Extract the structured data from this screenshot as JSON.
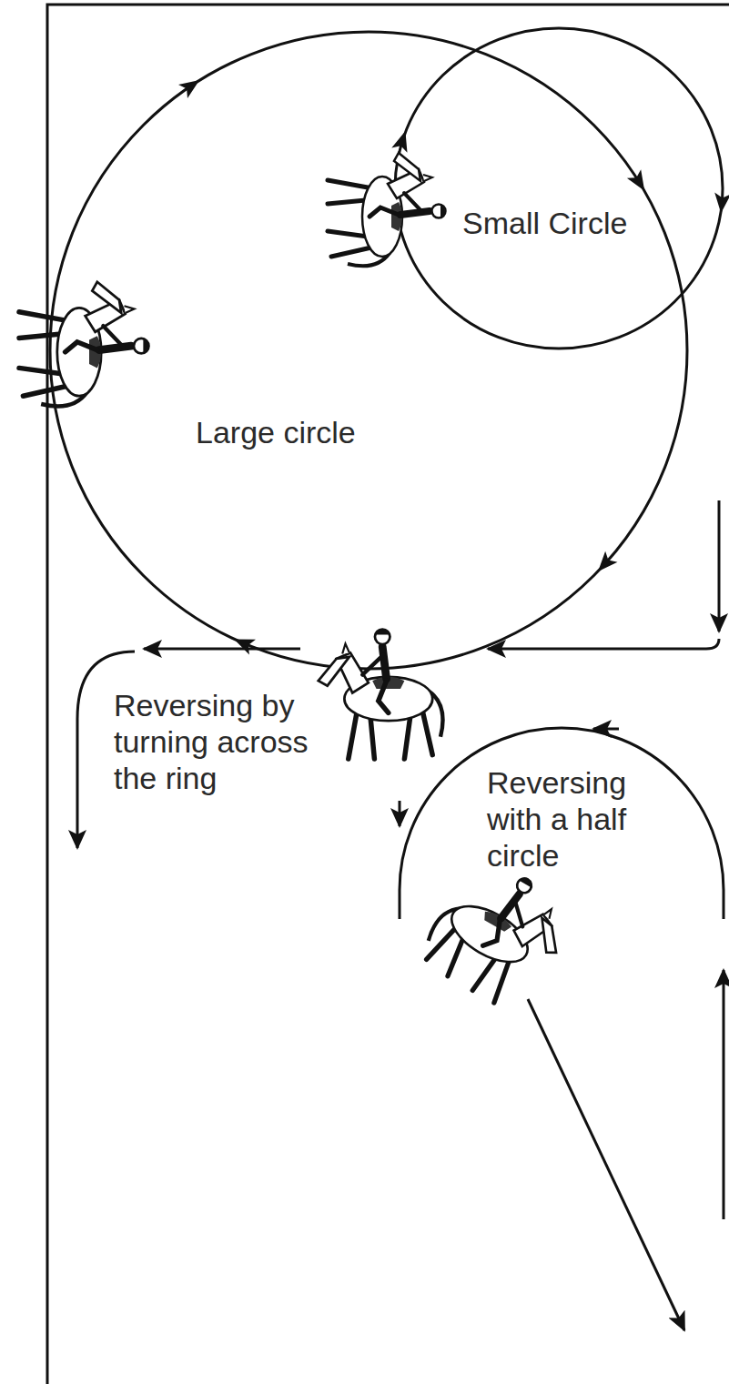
{
  "diagram": {
    "nodes": [
      {
        "text": [
          "Small Circle"
        ]
      },
      {
        "text": [
          "Large circle"
        ]
      }
    ],
    "labels": [
      "Reversing by turning across the ring",
      "Reversing with a half circle"
    ]
  }
}
